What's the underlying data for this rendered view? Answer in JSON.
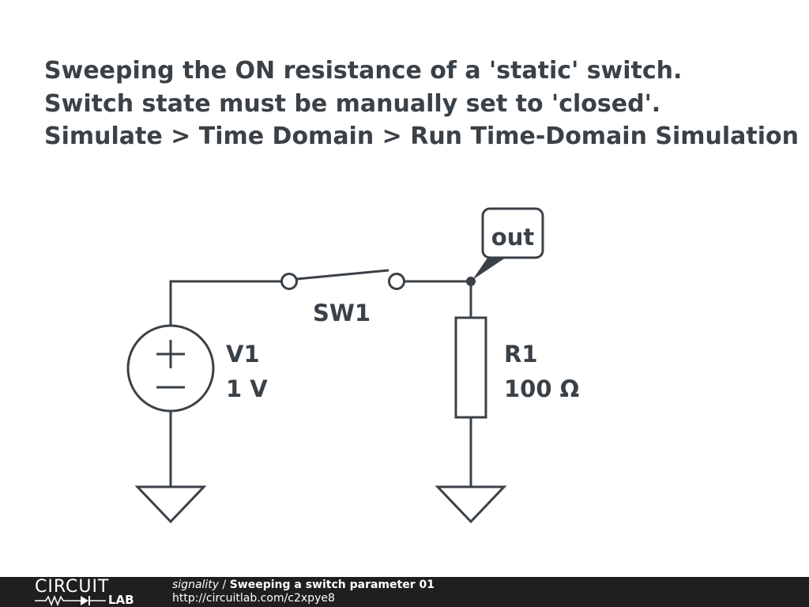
{
  "notes": {
    "line1": "Sweeping the ON resistance of a 'static' switch.",
    "line2": "Switch state must be manually set to 'closed'.",
    "line3": "Simulate > Time Domain > Run Time-Domain Simulation"
  },
  "components": {
    "switch": {
      "name": "SW1"
    },
    "source": {
      "name": "V1",
      "value": "1 V",
      "plus": "+",
      "minus": "−"
    },
    "resistor": {
      "name": "R1",
      "value": "100 Ω"
    },
    "probe": {
      "label": "out"
    }
  },
  "footer": {
    "logo_top": "CIRCUIT",
    "logo_bottom": "LAB",
    "author": "signality",
    "separator": " / ",
    "title": "Sweeping a switch parameter 01",
    "url": "http://circuitlab.com/c2xpye8"
  },
  "colors": {
    "ink": "#3a4147",
    "footer_bg": "#1f1f1f",
    "background": "#ffffff"
  }
}
